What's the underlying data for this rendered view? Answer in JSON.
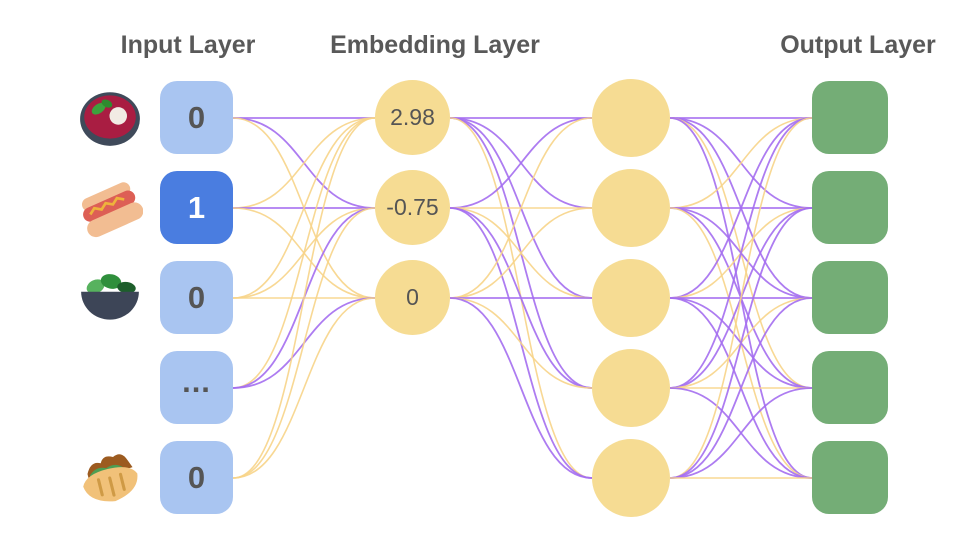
{
  "titles": {
    "input": "Input Layer",
    "embedding": "Embedding Layer",
    "output": "Output Layer"
  },
  "colors": {
    "background": "#ffffff",
    "title_text": "#595959",
    "node_text": "#555555",
    "input_node": "#a9c5f1",
    "input_node_active": "#4a7de0",
    "input_node_active_text": "#ffffff",
    "embedding_node": "#f6dc93",
    "output_node": "#74ad76",
    "edge_purple": "#a46ef0",
    "edge_yellow": "#f7d488"
  },
  "input_layer": {
    "nodes": [
      {
        "value": "0",
        "icon": "borscht-bowl-icon",
        "active": false
      },
      {
        "value": "1",
        "icon": "hot-dog-icon",
        "active": true
      },
      {
        "value": "0",
        "icon": "salad-bowl-icon",
        "active": false
      },
      {
        "value": "...",
        "icon": null,
        "active": false
      },
      {
        "value": "0",
        "icon": "pita-icon",
        "active": false
      }
    ]
  },
  "embedding_layer": {
    "nodes": [
      {
        "value": "2.98"
      },
      {
        "value": "-0.75"
      },
      {
        "value": "0"
      }
    ]
  },
  "hidden_layer": {
    "node_count": 5,
    "labels": [
      "",
      "",
      "",
      "",
      ""
    ]
  },
  "output_layer": {
    "node_count": 5,
    "labels": [
      "",
      "",
      "",
      "",
      ""
    ]
  },
  "edges": {
    "input_to_embedding": [
      {
        "from": 0,
        "to": 0,
        "color": "purple"
      },
      {
        "from": 0,
        "to": 1,
        "color": "purple"
      },
      {
        "from": 0,
        "to": 2,
        "color": "yellow"
      },
      {
        "from": 1,
        "to": 0,
        "color": "yellow"
      },
      {
        "from": 1,
        "to": 1,
        "color": "purple"
      },
      {
        "from": 1,
        "to": 2,
        "color": "yellow"
      },
      {
        "from": 2,
        "to": 0,
        "color": "yellow"
      },
      {
        "from": 2,
        "to": 1,
        "color": "yellow"
      },
      {
        "from": 2,
        "to": 2,
        "color": "yellow"
      },
      {
        "from": 3,
        "to": 0,
        "color": "yellow"
      },
      {
        "from": 3,
        "to": 1,
        "color": "purple"
      },
      {
        "from": 3,
        "to": 2,
        "color": "purple"
      },
      {
        "from": 4,
        "to": 0,
        "color": "yellow"
      },
      {
        "from": 4,
        "to": 1,
        "color": "yellow"
      },
      {
        "from": 4,
        "to": 2,
        "color": "yellow"
      }
    ],
    "embedding_to_hidden": [
      {
        "from": 0,
        "to": 0,
        "color": "purple"
      },
      {
        "from": 0,
        "to": 1,
        "color": "purple"
      },
      {
        "from": 0,
        "to": 2,
        "color": "purple"
      },
      {
        "from": 0,
        "to": 3,
        "color": "purple"
      },
      {
        "from": 0,
        "to": 4,
        "color": "yellow"
      },
      {
        "from": 1,
        "to": 0,
        "color": "purple"
      },
      {
        "from": 1,
        "to": 1,
        "color": "yellow"
      },
      {
        "from": 1,
        "to": 2,
        "color": "yellow"
      },
      {
        "from": 1,
        "to": 3,
        "color": "purple"
      },
      {
        "from": 1,
        "to": 4,
        "color": "purple"
      },
      {
        "from": 2,
        "to": 0,
        "color": "yellow"
      },
      {
        "from": 2,
        "to": 1,
        "color": "yellow"
      },
      {
        "from": 2,
        "to": 2,
        "color": "purple"
      },
      {
        "from": 2,
        "to": 3,
        "color": "yellow"
      },
      {
        "from": 2,
        "to": 4,
        "color": "purple"
      }
    ],
    "hidden_to_output": [
      {
        "from": 0,
        "to": 0,
        "color": "purple"
      },
      {
        "from": 0,
        "to": 1,
        "color": "purple"
      },
      {
        "from": 0,
        "to": 2,
        "color": "purple"
      },
      {
        "from": 0,
        "to": 3,
        "color": "yellow"
      },
      {
        "from": 0,
        "to": 4,
        "color": "purple"
      },
      {
        "from": 1,
        "to": 0,
        "color": "yellow"
      },
      {
        "from": 1,
        "to": 1,
        "color": "purple"
      },
      {
        "from": 1,
        "to": 2,
        "color": "purple"
      },
      {
        "from": 1,
        "to": 3,
        "color": "purple"
      },
      {
        "from": 1,
        "to": 4,
        "color": "yellow"
      },
      {
        "from": 2,
        "to": 0,
        "color": "purple"
      },
      {
        "from": 2,
        "to": 1,
        "color": "yellow"
      },
      {
        "from": 2,
        "to": 2,
        "color": "purple"
      },
      {
        "from": 2,
        "to": 3,
        "color": "purple"
      },
      {
        "from": 2,
        "to": 4,
        "color": "purple"
      },
      {
        "from": 3,
        "to": 0,
        "color": "purple"
      },
      {
        "from": 3,
        "to": 1,
        "color": "purple"
      },
      {
        "from": 3,
        "to": 2,
        "color": "yellow"
      },
      {
        "from": 3,
        "to": 3,
        "color": "yellow"
      },
      {
        "from": 3,
        "to": 4,
        "color": "purple"
      },
      {
        "from": 4,
        "to": 0,
        "color": "yellow"
      },
      {
        "from": 4,
        "to": 1,
        "color": "purple"
      },
      {
        "from": 4,
        "to": 2,
        "color": "purple"
      },
      {
        "from": 4,
        "to": 3,
        "color": "purple"
      },
      {
        "from": 4,
        "to": 4,
        "color": "yellow"
      }
    ]
  }
}
